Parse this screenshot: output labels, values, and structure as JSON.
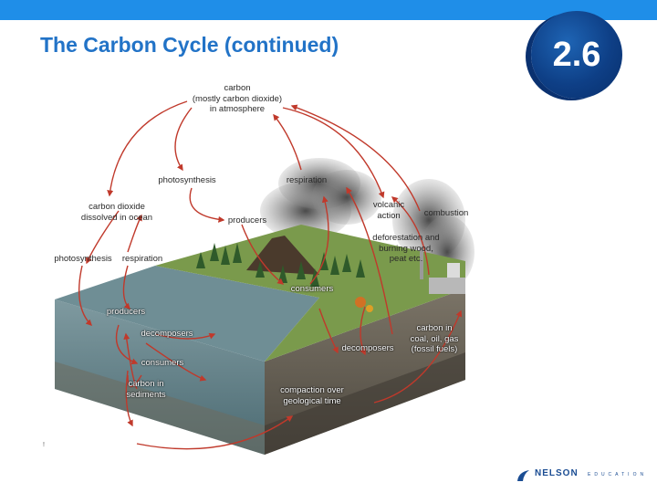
{
  "slide": {
    "title": "The Carbon Cycle (continued)",
    "section_number": "2.6"
  },
  "diagram": {
    "labels": {
      "carbon_atmosphere": "carbon\n(mostly carbon dioxide)\nin atmosphere",
      "photosynthesis_land": "photosynthesis",
      "respiration_land": "respiration",
      "co2_ocean": "carbon dioxide\ndissolved in ocean",
      "producers_land": "producers",
      "volcanic_action": "volcanic\naction",
      "combustion": "combustion",
      "deforestation": "deforestation and\nburning wood,\npeat etc.",
      "photosynthesis_ocean": "photosynthesis",
      "respiration_ocean": "respiration",
      "consumers_land": "consumers",
      "producers_ocean": "producers",
      "decomposers_ocean": "decomposers",
      "carbon_fossil": "carbon in\ncoal, oil, gas\n(fossil fuels)",
      "decomposers_land": "decomposers",
      "consumers_ocean": "consumers",
      "carbon_sediments": "carbon in\nsediments",
      "compaction": "compaction over\ngeological time"
    },
    "colors": {
      "arrow": "#c0392b",
      "water": "#5f7f86",
      "land_top": "#5d8a3a",
      "rock": "#6a6459",
      "smoke": "#5a5a5a"
    }
  },
  "footer": {
    "publisher_name": "NELSON",
    "publisher_sub": "EDUCATION",
    "corner_mark": "!"
  },
  "colors": {
    "top_bar": "#1f8ee8",
    "title": "#2273c7",
    "badge": "#0e3f86"
  }
}
